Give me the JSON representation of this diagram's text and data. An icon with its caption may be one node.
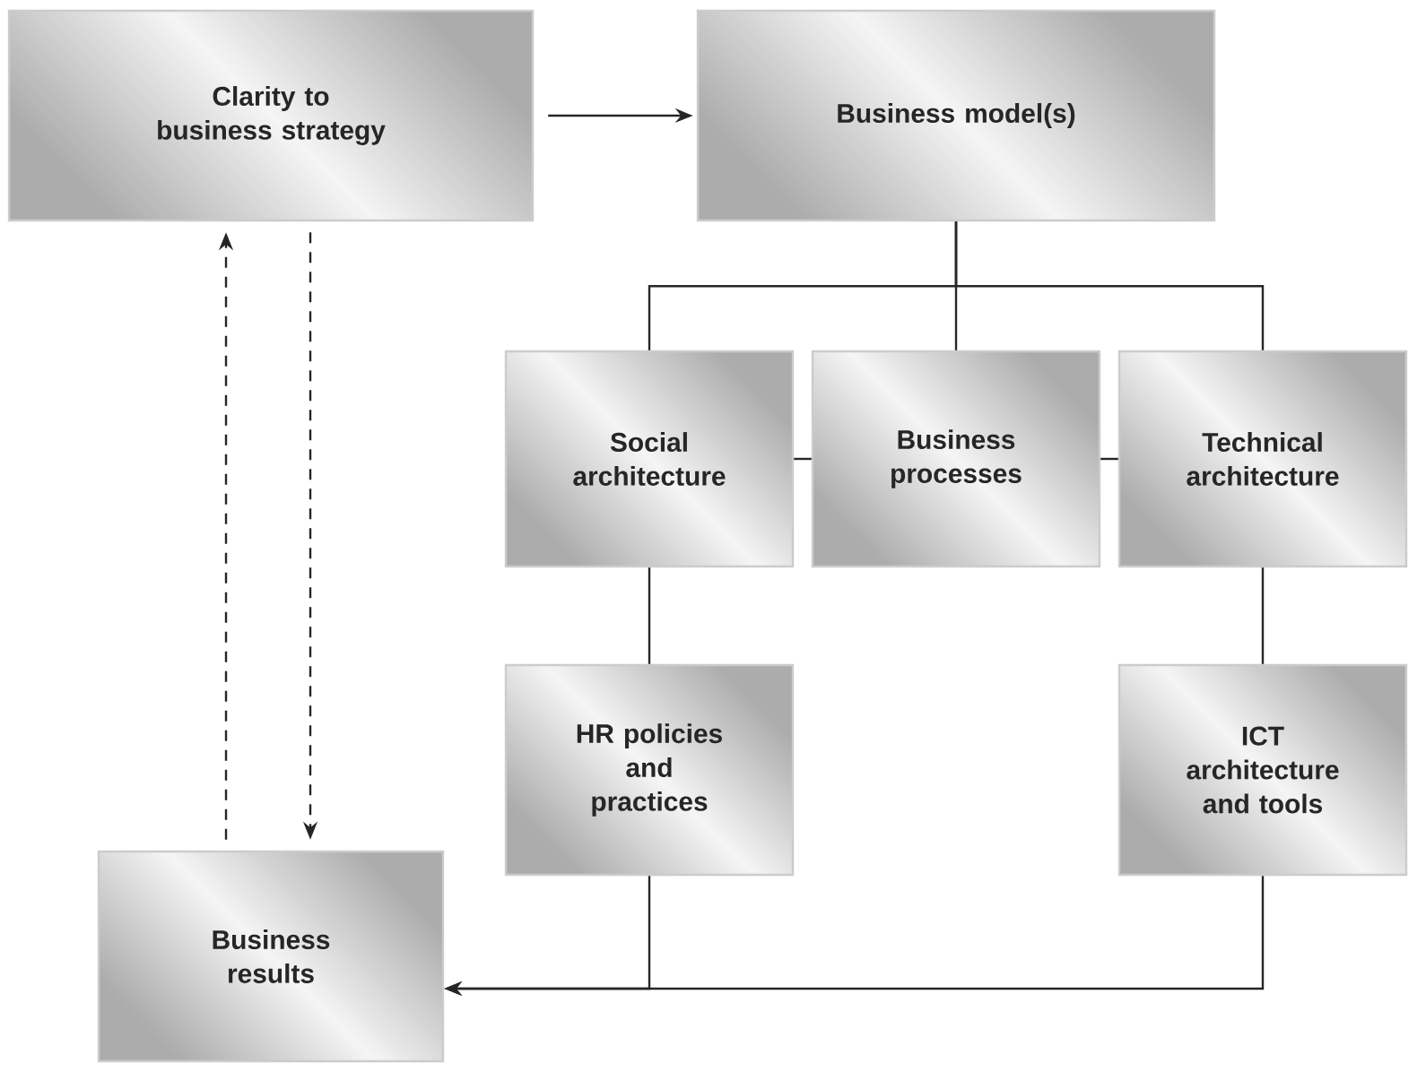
{
  "diagram": {
    "nodes": [
      {
        "text": [
          "Clarity to business strategy"
        ]
      },
      {
        "text": [
          "Business model(s)"
        ]
      },
      {
        "text": [
          "Social architecture"
        ]
      },
      {
        "text": [
          "Business processes"
        ]
      },
      {
        "text": [
          "Technical architecture"
        ]
      },
      {
        "text": [
          "HR policies and practices"
        ]
      },
      {
        "text": [
          "ICT architecture and tools"
        ]
      },
      {
        "text": [
          "Business results"
        ]
      }
    ],
    "edges": [
      {
        "from": 0,
        "to": 1,
        "arrow": "to"
      },
      {
        "from": 1,
        "to": 2,
        "arrow": "none"
      },
      {
        "from": 1,
        "to": 3,
        "arrow": "none"
      },
      {
        "from": 1,
        "to": 4,
        "arrow": "none"
      },
      {
        "from": 2,
        "to": 3,
        "arrow": "none"
      },
      {
        "from": 3,
        "to": 4,
        "arrow": "none"
      },
      {
        "from": 2,
        "to": 5,
        "arrow": "none"
      },
      {
        "from": 4,
        "to": 6,
        "arrow": "none"
      },
      {
        "from": 5,
        "to": 7,
        "arrow": "to"
      },
      {
        "from": 6,
        "to": 7,
        "arrow": "to"
      },
      {
        "from": 7,
        "to": 0,
        "arrow": "to",
        "style": "dashed"
      },
      {
        "from": 0,
        "to": 7,
        "arrow": "to",
        "style": "dashed"
      }
    ]
  }
}
